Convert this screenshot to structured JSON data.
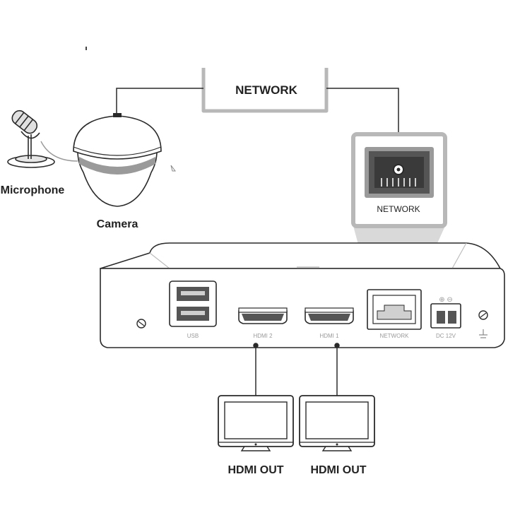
{
  "labels": {
    "network_cloud": "NETWORK",
    "network_callout": "NETWORK",
    "microphone": "Microphone",
    "camera": "Camera",
    "hdmi_out_left": "HDMI OUT",
    "hdmi_out_right": "HDMI OUT"
  },
  "ports": {
    "usb": "USB",
    "hdmi2": "HDMI 2",
    "hdmi1": "HDMI 1",
    "network": "NETWORK",
    "dc": "DC 12V",
    "polarity": "⊕ ⊖"
  },
  "colors": {
    "line": "#2a2a2a",
    "highlight_border": "#b8b8b8",
    "highlight_fill": "#d9d9d9",
    "port_fill": "#555555",
    "camera_ring": "#9a9a9a"
  }
}
